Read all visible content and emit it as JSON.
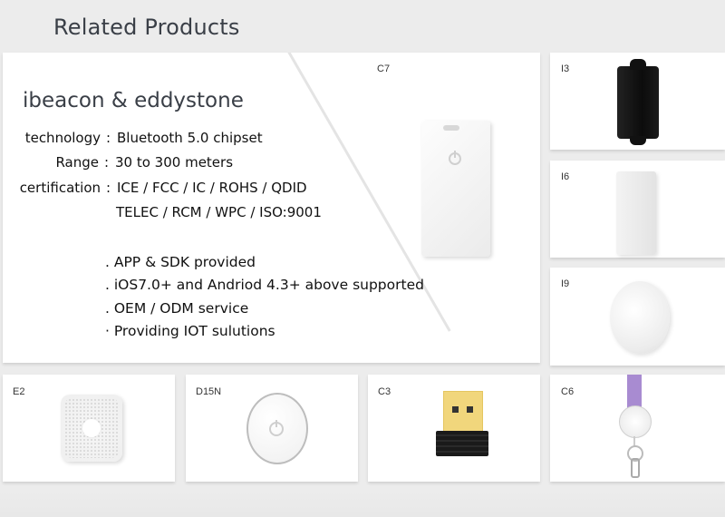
{
  "header": {
    "title": "Related Products"
  },
  "main": {
    "title": "ibeacon & eddystone",
    "specs": [
      {
        "label": "technology",
        "value": "Bluetooth 5.0 chipset"
      },
      {
        "label": "Range",
        "value": "30 to 300 meters"
      },
      {
        "label": "certification",
        "value": "ICE / FCC / IC / ROHS / QDID"
      },
      {
        "label": "",
        "value": "TELEC / RCM / WPC / ISO:9001"
      }
    ],
    "colon": ":",
    "features": [
      ". APP & SDK provided",
      ". iOS7.0+ and Andriod 4.3+ above supported",
      ". OEM / ODM service",
      "· Providing IOT sulutions"
    ]
  },
  "products": {
    "c7": {
      "code": "C7"
    },
    "i3": {
      "code": "I3"
    },
    "i6": {
      "code": "I6"
    },
    "i9": {
      "code": "I9"
    },
    "e2": {
      "code": "E2"
    },
    "d15n": {
      "code": "D15N"
    },
    "c3": {
      "code": "C3"
    },
    "c6": {
      "code": "C6"
    }
  },
  "colors": {
    "background": "#ececec",
    "card": "#ffffff",
    "title_text": "#3a3f47",
    "lanyard": "#a88bd1",
    "usb_gold": "#f1d67c"
  }
}
